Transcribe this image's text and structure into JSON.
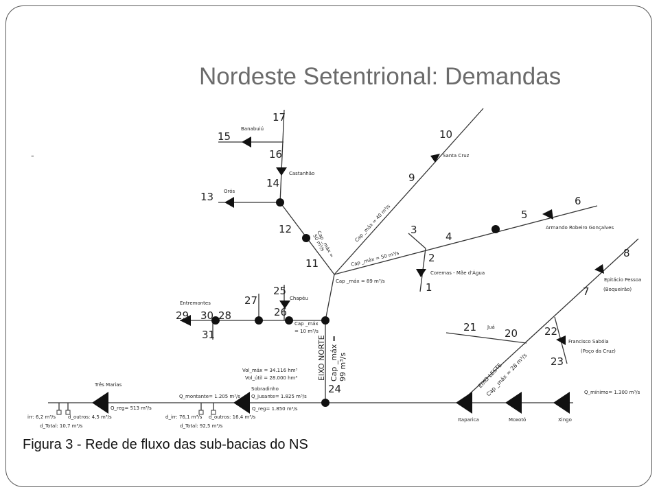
{
  "slide": {
    "title": "Nordeste Setentrional: Demandas",
    "bullet": "-",
    "caption_label": "Figura 3",
    "caption_text": " - Rede de fluxo das sub-bacias do NS"
  },
  "nodes": {
    "n1": "1",
    "n2": "2",
    "n3": "3",
    "n4": "4",
    "n5": "5",
    "n6": "6",
    "n7": "7",
    "n8": "8",
    "n9": "9",
    "n10": "10",
    "n11": "11",
    "n12": "12",
    "n13": "13",
    "n14": "14",
    "n15": "15",
    "n16": "16",
    "n17": "17",
    "n20": "20",
    "n21": "21",
    "n22": "22",
    "n23": "23",
    "n24": "24",
    "n25": "25",
    "n26": "26",
    "n27": "27",
    "n28": "28",
    "n29": "29",
    "n30": "30",
    "n31": "31"
  },
  "places": {
    "banabuiu": "Banabuiú",
    "castanhao": "Castanhão",
    "oros": "Orós",
    "santa_cruz": "Santa Cruz",
    "armando": "Armando Robeiro Gonçalves",
    "coremas": "Coremas - Mãe d'Água",
    "epitacio": "Epitácio Pessoa",
    "boqueirao": "(Boqueirão)",
    "chapeu": "Chapéu",
    "entremontes": "Entremontes",
    "jua": "Juá",
    "francisco": "Francisco Sabóia",
    "poco": "(Poço da Cruz)",
    "tres_marias": "Três Marias",
    "sobradinho": "Sobradinho",
    "itaparica": "Itaparica",
    "moxoto": "Moxotó",
    "xingo": "Xingo"
  },
  "annotations": {
    "cap50_a": "Cap _máx =",
    "cap50_b": "50 m³/s",
    "cap40": "Cap _máx = 40 m³/s",
    "cap50_h": "Cap _máx = 50 m³/s",
    "cap89": "Cap _máx = 89 m³/s",
    "cap10_a": "Cap _máx",
    "cap10_b": "= 10 m³/s",
    "eixo_norte": "EIXO NORTE",
    "cap99_a": "Cap _máx =",
    "cap99_b": "99 m³/s",
    "eixo_leste": "EIXO LESTE",
    "cap28": "Cap _máx = 28 m³/s",
    "vol_max": "Vol_máx = 34.116 hm³",
    "vol_util": "Vol_útil = 28.000 hm³",
    "q_montante": "Q_montante= 1.205 m³/s",
    "q_jusante": "Q_jusante= 1.825 m³/s",
    "q_reg_sob": "Q_reg= 1.850 m³/s",
    "q_reg_tm": "Q_reg= 513 m³/s",
    "q_minimo": "Q_mínimo= 1.300 m³/s",
    "irr_a": "irr: 6,2 m³/s",
    "outros_a": "d_outros: 4,5 m³/s",
    "total_a": "d_Total: 10,7 m³/s",
    "irr_b": "d_irr: 76,1 m³/s",
    "outros_b": "d_outros: 16,4 m³/s",
    "total_b": "d_Total: 92,5 m³/s"
  }
}
